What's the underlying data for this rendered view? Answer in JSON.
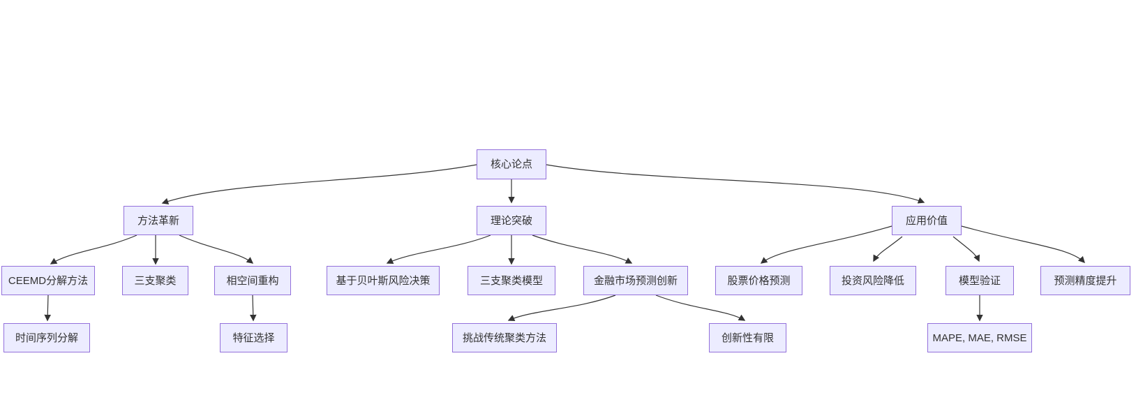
{
  "diagram": {
    "type": "flowchart",
    "direction": "top-down",
    "colors": {
      "background": "#ffffff",
      "node_fill": "#ECECFF",
      "node_border": "#9370DB",
      "node_text": "#333333",
      "edge": "#333333"
    },
    "nodes": [
      {
        "id": "core-thesis",
        "label": "核心论点"
      },
      {
        "id": "method-innovation",
        "label": "方法革新"
      },
      {
        "id": "theory-breakthrough",
        "label": "理论突破"
      },
      {
        "id": "application-value",
        "label": "应用价值"
      },
      {
        "id": "ceemd-decomposition",
        "label": "CEEMD分解方法"
      },
      {
        "id": "three-way-clustering",
        "label": "三支聚类"
      },
      {
        "id": "phase-space-reconstruction",
        "label": "相空间重构"
      },
      {
        "id": "bayesian-risk-decision",
        "label": "基于贝叶斯风险决策"
      },
      {
        "id": "three-way-clustering-model",
        "label": "三支聚类模型"
      },
      {
        "id": "financial-forecast-innovation",
        "label": "金融市场预测创新"
      },
      {
        "id": "stock-price-prediction",
        "label": "股票价格预测"
      },
      {
        "id": "investment-risk-reduction",
        "label": "投资风险降低"
      },
      {
        "id": "model-validation",
        "label": "模型验证"
      },
      {
        "id": "forecast-accuracy-improvement",
        "label": "预测精度提升"
      },
      {
        "id": "time-series-decomposition",
        "label": "时间序列分解"
      },
      {
        "id": "feature-selection",
        "label": "特征选择"
      },
      {
        "id": "challenge-traditional-clustering",
        "label": "挑战传统聚类方法"
      },
      {
        "id": "limited-novelty",
        "label": "创新性有限"
      },
      {
        "id": "evaluation-metrics",
        "label": "MAPE, MAE, RMSE"
      }
    ],
    "edges": [
      {
        "from": "core-thesis",
        "to": "method-innovation"
      },
      {
        "from": "core-thesis",
        "to": "theory-breakthrough"
      },
      {
        "from": "core-thesis",
        "to": "application-value"
      },
      {
        "from": "method-innovation",
        "to": "ceemd-decomposition"
      },
      {
        "from": "method-innovation",
        "to": "three-way-clustering"
      },
      {
        "from": "method-innovation",
        "to": "phase-space-reconstruction"
      },
      {
        "from": "ceemd-decomposition",
        "to": "time-series-decomposition"
      },
      {
        "from": "phase-space-reconstruction",
        "to": "feature-selection"
      },
      {
        "from": "theory-breakthrough",
        "to": "bayesian-risk-decision"
      },
      {
        "from": "theory-breakthrough",
        "to": "three-way-clustering-model"
      },
      {
        "from": "theory-breakthrough",
        "to": "financial-forecast-innovation"
      },
      {
        "from": "financial-forecast-innovation",
        "to": "challenge-traditional-clustering"
      },
      {
        "from": "financial-forecast-innovation",
        "to": "limited-novelty"
      },
      {
        "from": "application-value",
        "to": "stock-price-prediction"
      },
      {
        "from": "application-value",
        "to": "investment-risk-reduction"
      },
      {
        "from": "application-value",
        "to": "model-validation"
      },
      {
        "from": "application-value",
        "to": "forecast-accuracy-improvement"
      },
      {
        "from": "model-validation",
        "to": "evaluation-metrics"
      }
    ]
  }
}
